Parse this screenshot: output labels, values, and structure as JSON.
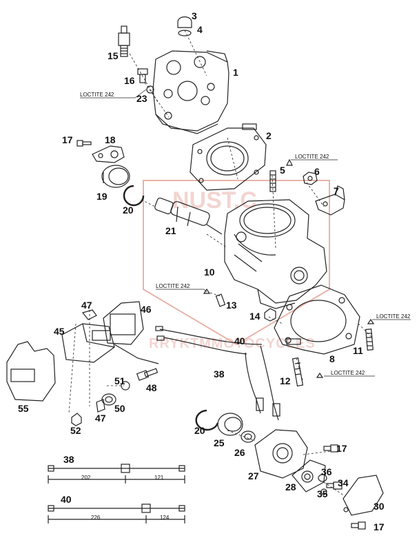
{
  "watermark": {
    "top_text": "NUST.C",
    "bottom_text": "RRYKTMMOTOCYCLES",
    "color": "#c83c28"
  },
  "callouts": {
    "c1": "1",
    "c2": "2",
    "c3": "3",
    "c4": "4",
    "c5": "5",
    "c6": "6",
    "c7": "7",
    "c10": "10",
    "c11": "11",
    "c12": "12",
    "c13": "13",
    "c14": "14",
    "c15": "15",
    "c16": "16",
    "c17a": "17",
    "c17b": "17",
    "c17c": "17",
    "c18": "18",
    "c19": "19",
    "c20a": "20",
    "c20b": "20",
    "c21": "21",
    "c23": "23",
    "c25": "25",
    "c26": "26",
    "c27": "27",
    "c28": "28",
    "c30": "30",
    "c34": "34",
    "c35": "35",
    "c36": "36",
    "c38a": "38",
    "c38b": "38",
    "c40a": "40",
    "c40b": "40",
    "c45": "45",
    "c46": "46",
    "c47a": "47",
    "c47b": "47",
    "c48": "48",
    "c50": "50",
    "c51": "51",
    "c52": "52",
    "c55": "55",
    "c8": "8"
  },
  "loctite_notes": {
    "n1": "LOCTITE 242",
    "n2": "LOCTITE 242",
    "n3": "LOCTITE 242",
    "n4": "LOCTITE 242",
    "n5": "LOCTITE 242"
  },
  "cable_dimensions": {
    "cable38": {
      "left": "202",
      "right": "121"
    },
    "cable40": {
      "left": "226",
      "right": "124"
    }
  }
}
